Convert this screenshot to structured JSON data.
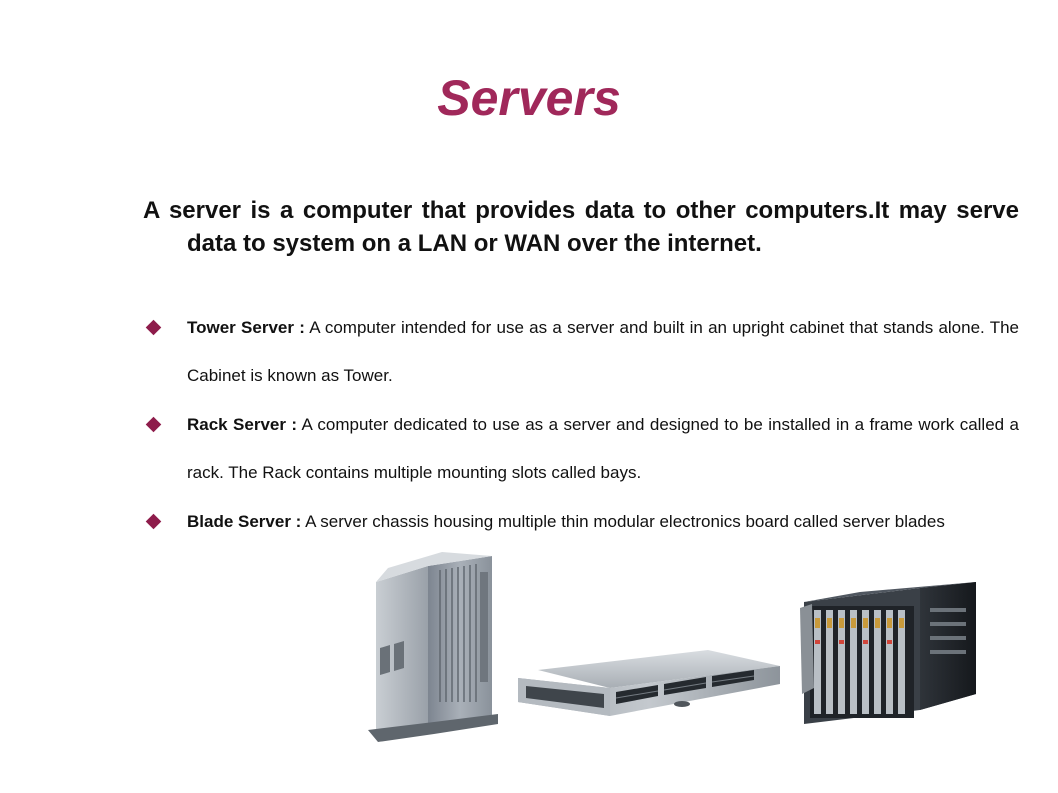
{
  "slide": {
    "title": "Servers",
    "intro": "A server is a computer that provides data to other computers.It may serve data to system on a LAN or WAN over the internet.",
    "bullets": [
      {
        "term": "Tower Server :",
        "text": " A computer intended for use as a server and built in an upright cabinet that stands alone. The Cabinet is known as Tower."
      },
      {
        "term": "Rack Server :",
        "text": " A computer dedicated to use as a server and designed to be installed in a frame work called a rack. The Rack contains multiple mounting slots called bays."
      },
      {
        "term": "Blade Server :",
        "text": " A server chassis housing multiple thin modular electronics board called server blades"
      }
    ]
  },
  "colors": {
    "title": "#a0285a",
    "bullet": "#8e1c4b"
  },
  "icons": [
    "diamond-bullet-icon",
    "tower-server-image",
    "rack-server-image",
    "blade-server-image"
  ]
}
